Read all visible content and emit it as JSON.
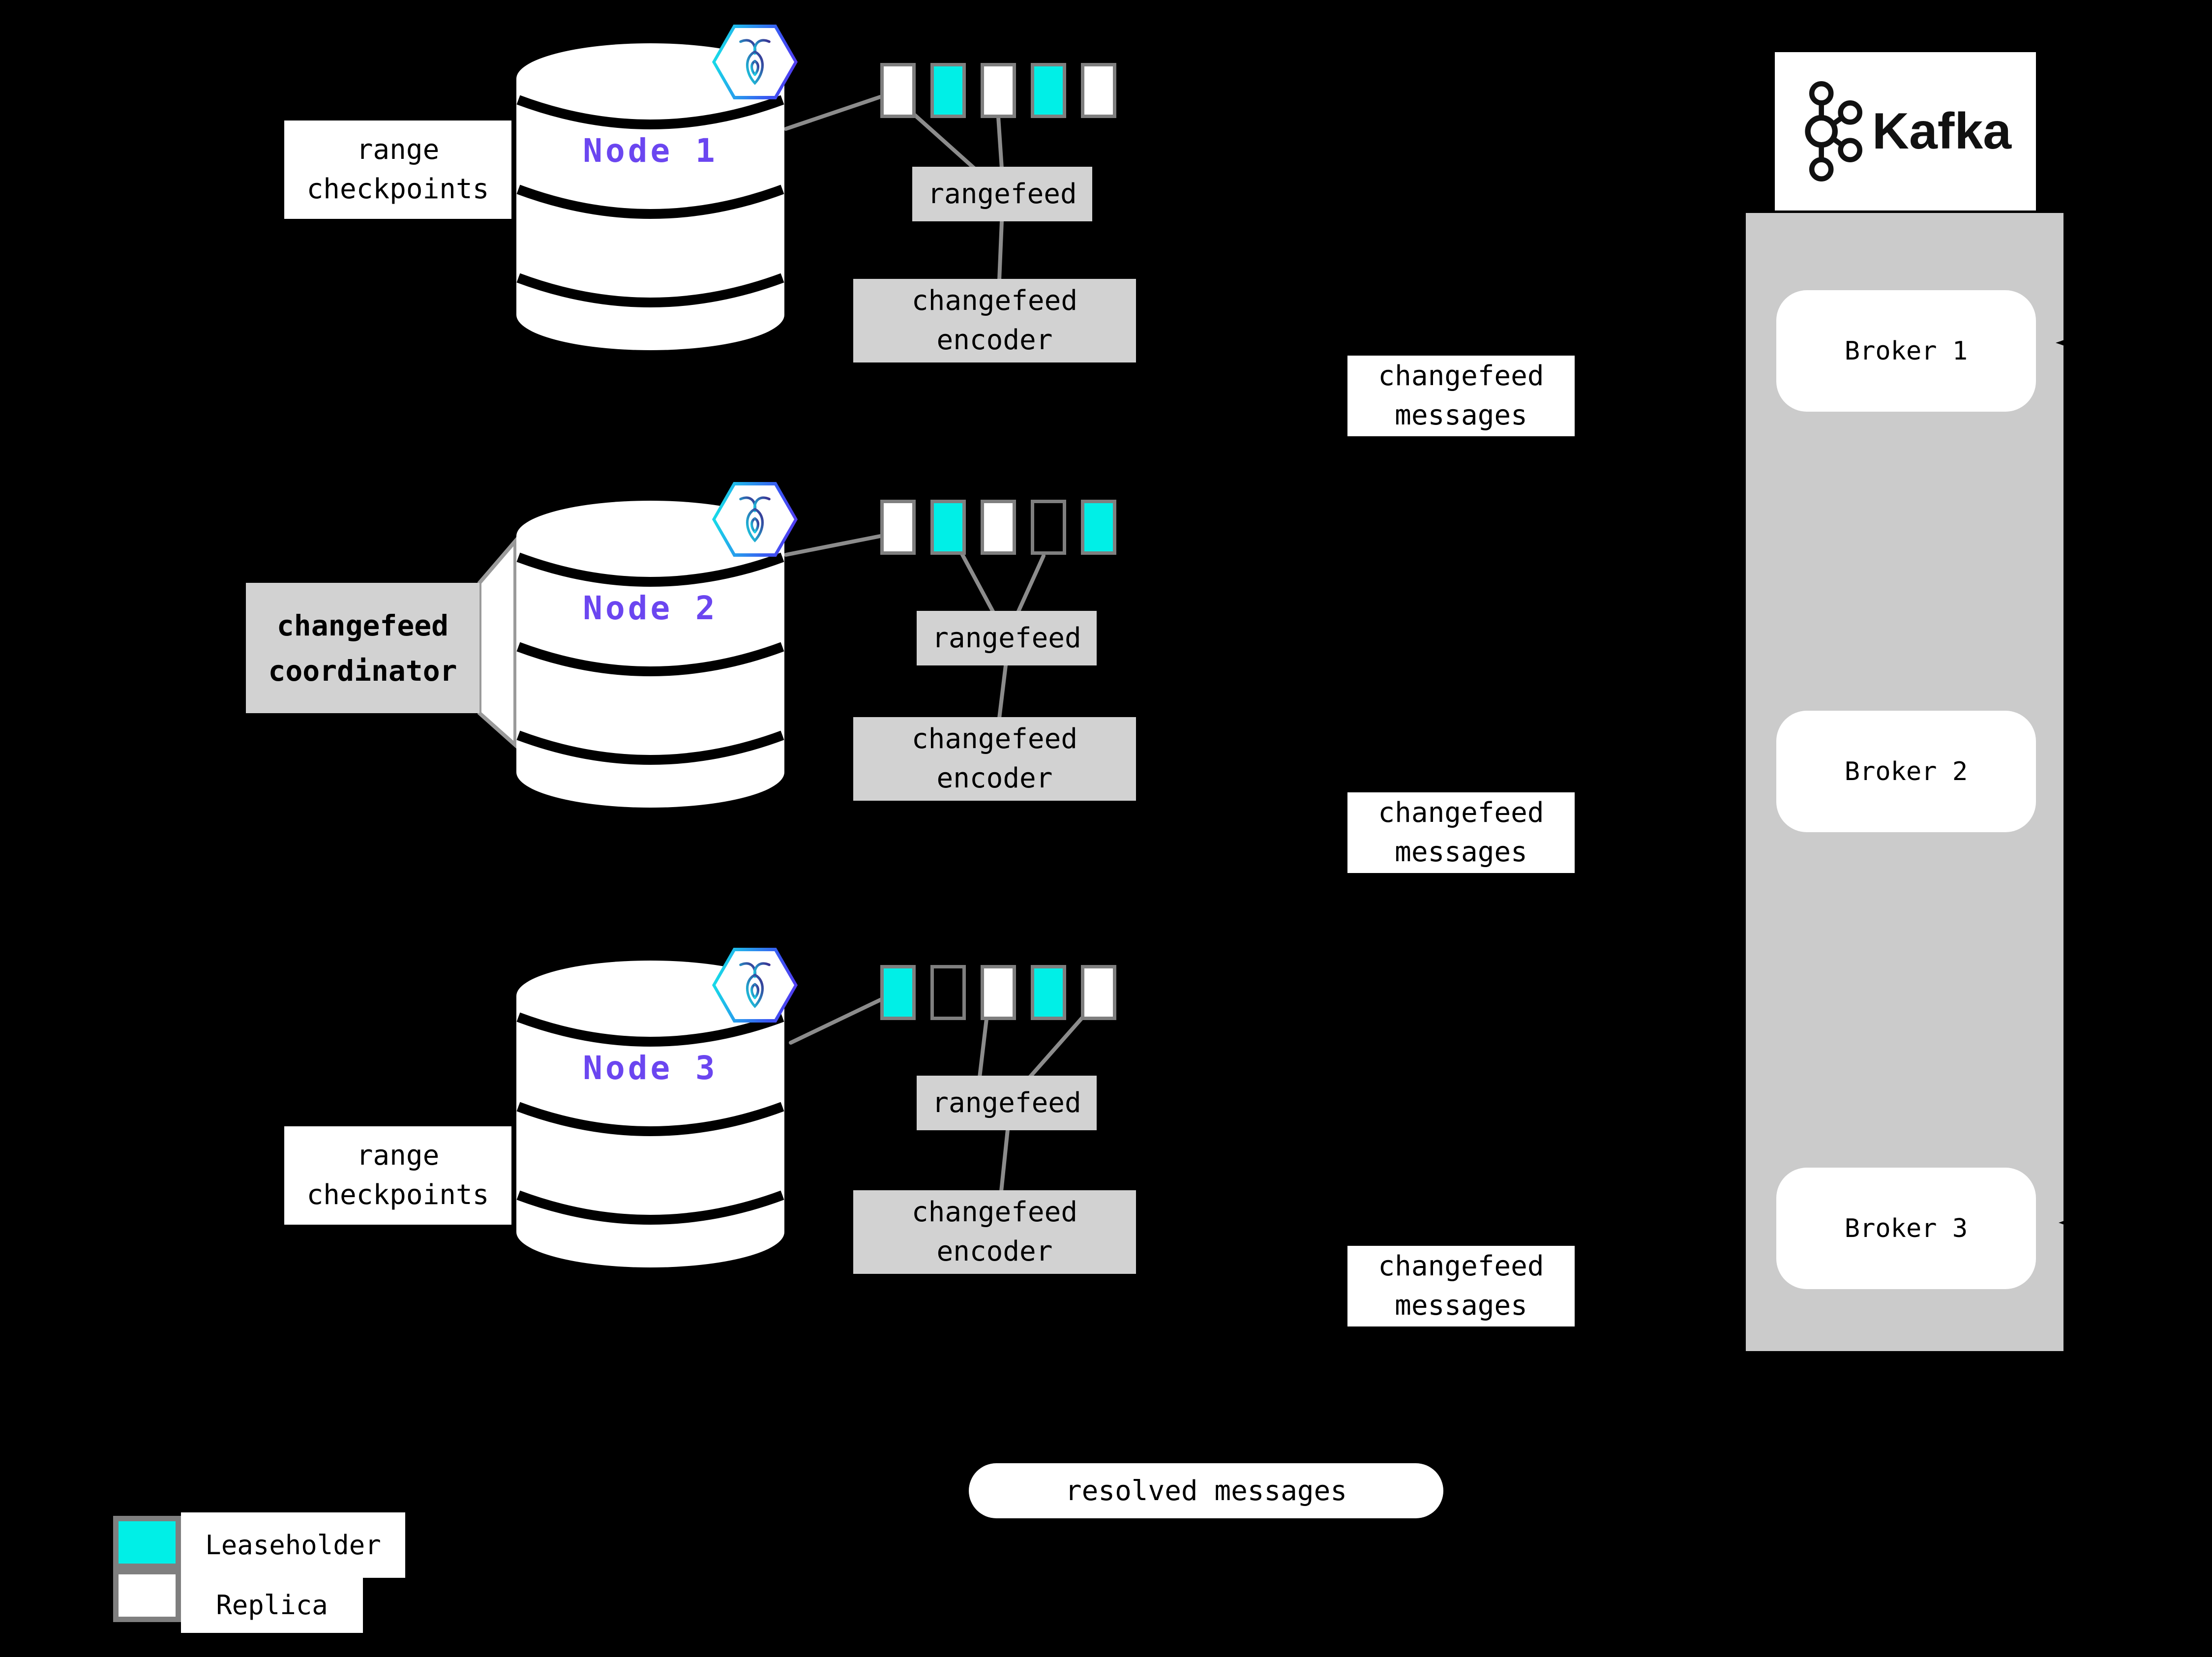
{
  "colors": {
    "background": "#000000",
    "leaseholder": "#00efe7",
    "replica": "#ffffff",
    "node_label": "#6b46f0",
    "box_gray": "#d2d2d2",
    "panel_gray": "#cbcbcb",
    "square_border": "#7f7f7f",
    "wire_gray": "#8c8c8c"
  },
  "nodes": [
    {
      "name": "Node 1",
      "side_label": [
        "range",
        "checkpoints"
      ],
      "ranges": [
        "replica",
        "leaseholder",
        "replica",
        "leaseholder",
        "replica"
      ],
      "rangefeed_label": "rangefeed",
      "encoder_label": [
        "changefeed",
        "encoder"
      ]
    },
    {
      "name": "Node 2",
      "coordinator_label": [
        "changefeed",
        "coordinator"
      ],
      "ranges": [
        "replica",
        "leaseholder",
        "replica",
        "empty",
        "leaseholder"
      ],
      "rangefeed_label": "rangefeed",
      "encoder_label": [
        "changefeed",
        "encoder"
      ]
    },
    {
      "name": "Node 3",
      "side_label": [
        "range",
        "checkpoints"
      ],
      "ranges": [
        "leaseholder",
        "empty",
        "replica",
        "leaseholder",
        "replica"
      ],
      "rangefeed_label": "rangefeed",
      "encoder_label": [
        "changefeed",
        "encoder"
      ]
    }
  ],
  "messages": [
    [
      "changefeed",
      "messages"
    ],
    [
      "changefeed",
      "messages"
    ],
    [
      "changefeed",
      "messages"
    ]
  ],
  "kafka": {
    "title": "Kafka",
    "brokers": [
      "Broker 1",
      "Broker 2",
      "Broker 3"
    ]
  },
  "resolved_label": "resolved messages",
  "legend": [
    {
      "swatch": "leaseholder",
      "label": "Leaseholder"
    },
    {
      "swatch": "replica",
      "label": "Replica"
    }
  ]
}
